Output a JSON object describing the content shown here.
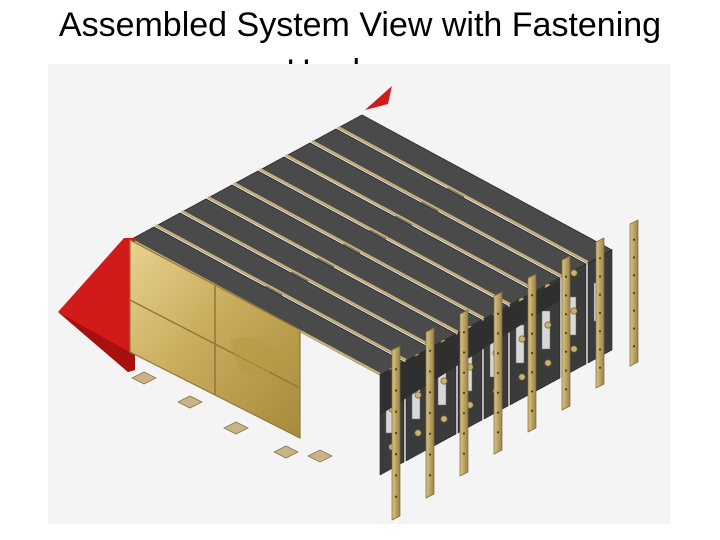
{
  "slide": {
    "title": "Assembled System View with Fastening Hardware"
  },
  "figure": {
    "subject": "exploded isometric assembly: stacked electronics trays with side connector panels, red end wedge, gold front covers, and loose fastening rails",
    "tray_count": 9,
    "rail_count": 8,
    "colors": {
      "tray_top": "#4a4a4a",
      "tray_side": "#3b3b3b",
      "frame": "#c8b07a",
      "wedge": "#d11a1a",
      "gold_cover": "#c9ac5c",
      "rail": "#b89e5e",
      "background": "#f4f4f4"
    }
  }
}
